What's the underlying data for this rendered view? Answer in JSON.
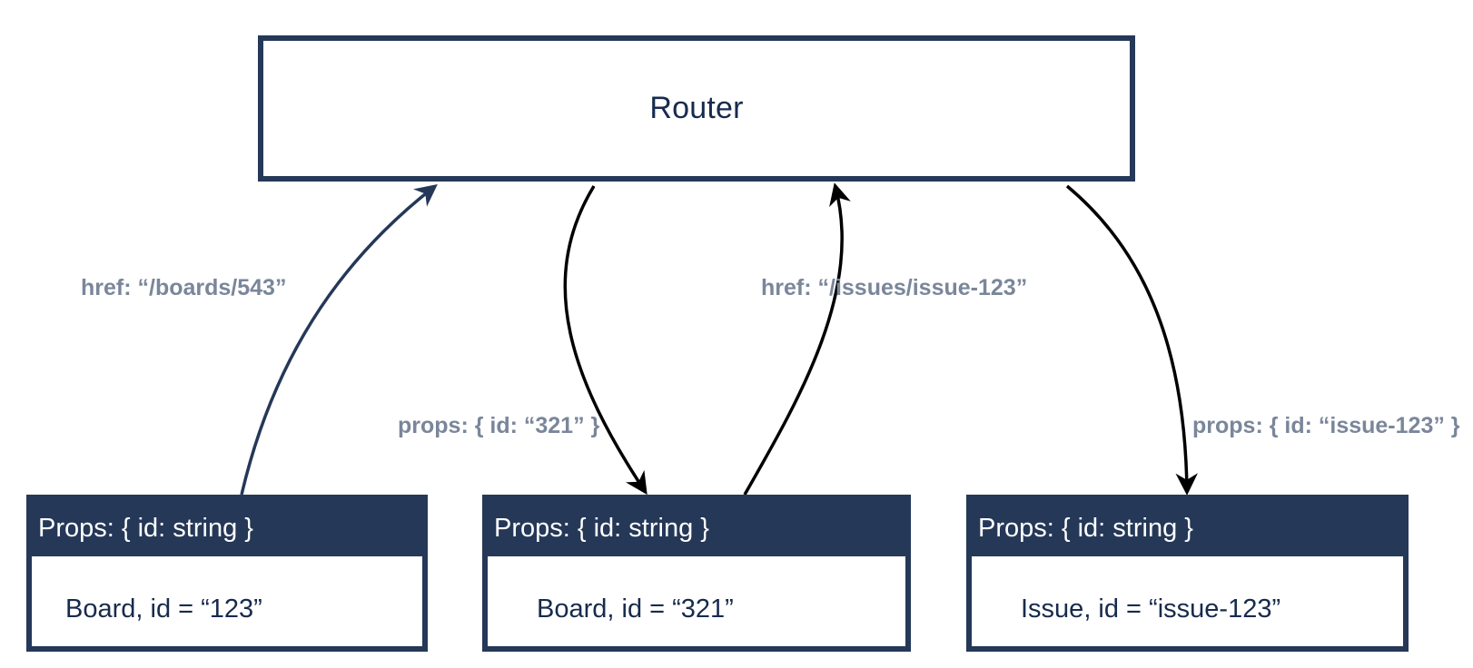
{
  "router": {
    "label": "Router"
  },
  "components": [
    {
      "props_header": "Props: { id: string }",
      "instance": "Board, id = “123”"
    },
    {
      "props_header": "Props: { id: string }",
      "instance": "Board, id = “321”"
    },
    {
      "props_header": "Props: { id: string }",
      "instance": "Issue, id = “issue-123”"
    }
  ],
  "edges": [
    {
      "label": "href: “/boards/543”",
      "direction": "component-to-router",
      "color": "#253858"
    },
    {
      "label": "props: { id: “321” }",
      "direction": "router-to-component",
      "color": "#000000"
    },
    {
      "label": "href: “/issues/issue-123”",
      "direction": "component-to-router",
      "color": "#000000"
    },
    {
      "label": "props: { id: “issue-123” }",
      "direction": "router-to-component",
      "color": "#000000"
    }
  ],
  "colors": {
    "box_border": "#253858",
    "header_bg": "#253858",
    "text_dark": "#172b4d",
    "edge_label": "#7a869a"
  }
}
